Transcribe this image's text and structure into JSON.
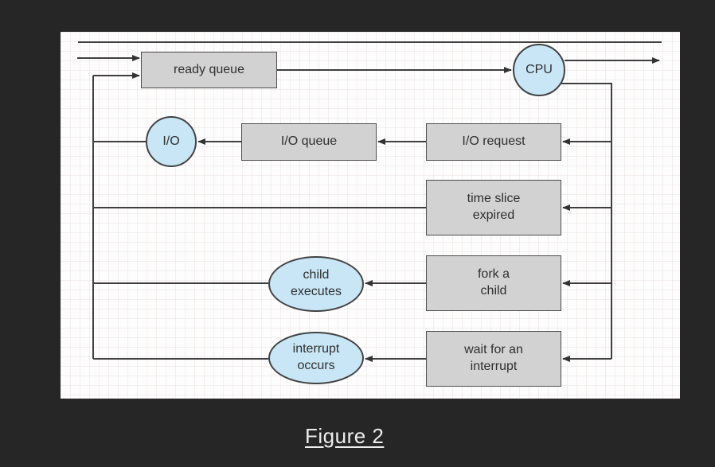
{
  "caption": "Figure 2",
  "colors": {
    "background": "#262626",
    "panel": "#fdfdfd",
    "box_fill": "#d2d2d2",
    "box_border": "#4e4e4e",
    "bubble_fill": "#c8e6f6",
    "connector": "#3f3f3f",
    "caption_text": "#ededed"
  },
  "diagram": {
    "nodes": {
      "ready_queue": {
        "type": "box",
        "label": "ready queue"
      },
      "cpu": {
        "type": "circle",
        "label": "CPU"
      },
      "io": {
        "type": "circle",
        "label": "I/O"
      },
      "io_queue": {
        "type": "box",
        "label": "I/O queue"
      },
      "io_request": {
        "type": "box",
        "label": "I/O request"
      },
      "time_slice_expired": {
        "type": "box",
        "lines": [
          "time slice",
          "expired"
        ]
      },
      "fork_a_child": {
        "type": "box",
        "lines": [
          "fork a",
          "child"
        ]
      },
      "wait_for_an_interrupt": {
        "type": "box",
        "lines": [
          "wait for an",
          "interrupt"
        ]
      },
      "child_executes": {
        "type": "ellipse",
        "lines": [
          "child",
          "executes"
        ]
      },
      "interrupt_occurs": {
        "type": "ellipse",
        "lines": [
          "interrupt",
          "occurs"
        ]
      }
    },
    "edges": [
      {
        "from": "ready queue",
        "to": "CPU"
      },
      {
        "from": "CPU",
        "to": "I/O request"
      },
      {
        "from": "I/O request",
        "to": "I/O queue"
      },
      {
        "from": "I/O queue",
        "to": "I/O"
      },
      {
        "from": "I/O",
        "to": "ready queue"
      },
      {
        "from": "CPU",
        "to": "time slice expired"
      },
      {
        "from": "time slice expired",
        "to": "ready queue"
      },
      {
        "from": "CPU",
        "to": "fork a child"
      },
      {
        "from": "fork a child",
        "to": "child executes"
      },
      {
        "from": "child executes",
        "to": "ready queue"
      },
      {
        "from": "CPU",
        "to": "wait for an interrupt"
      },
      {
        "from": "wait for an interrupt",
        "to": "interrupt occurs"
      },
      {
        "from": "interrupt occurs",
        "to": "ready queue"
      }
    ]
  }
}
